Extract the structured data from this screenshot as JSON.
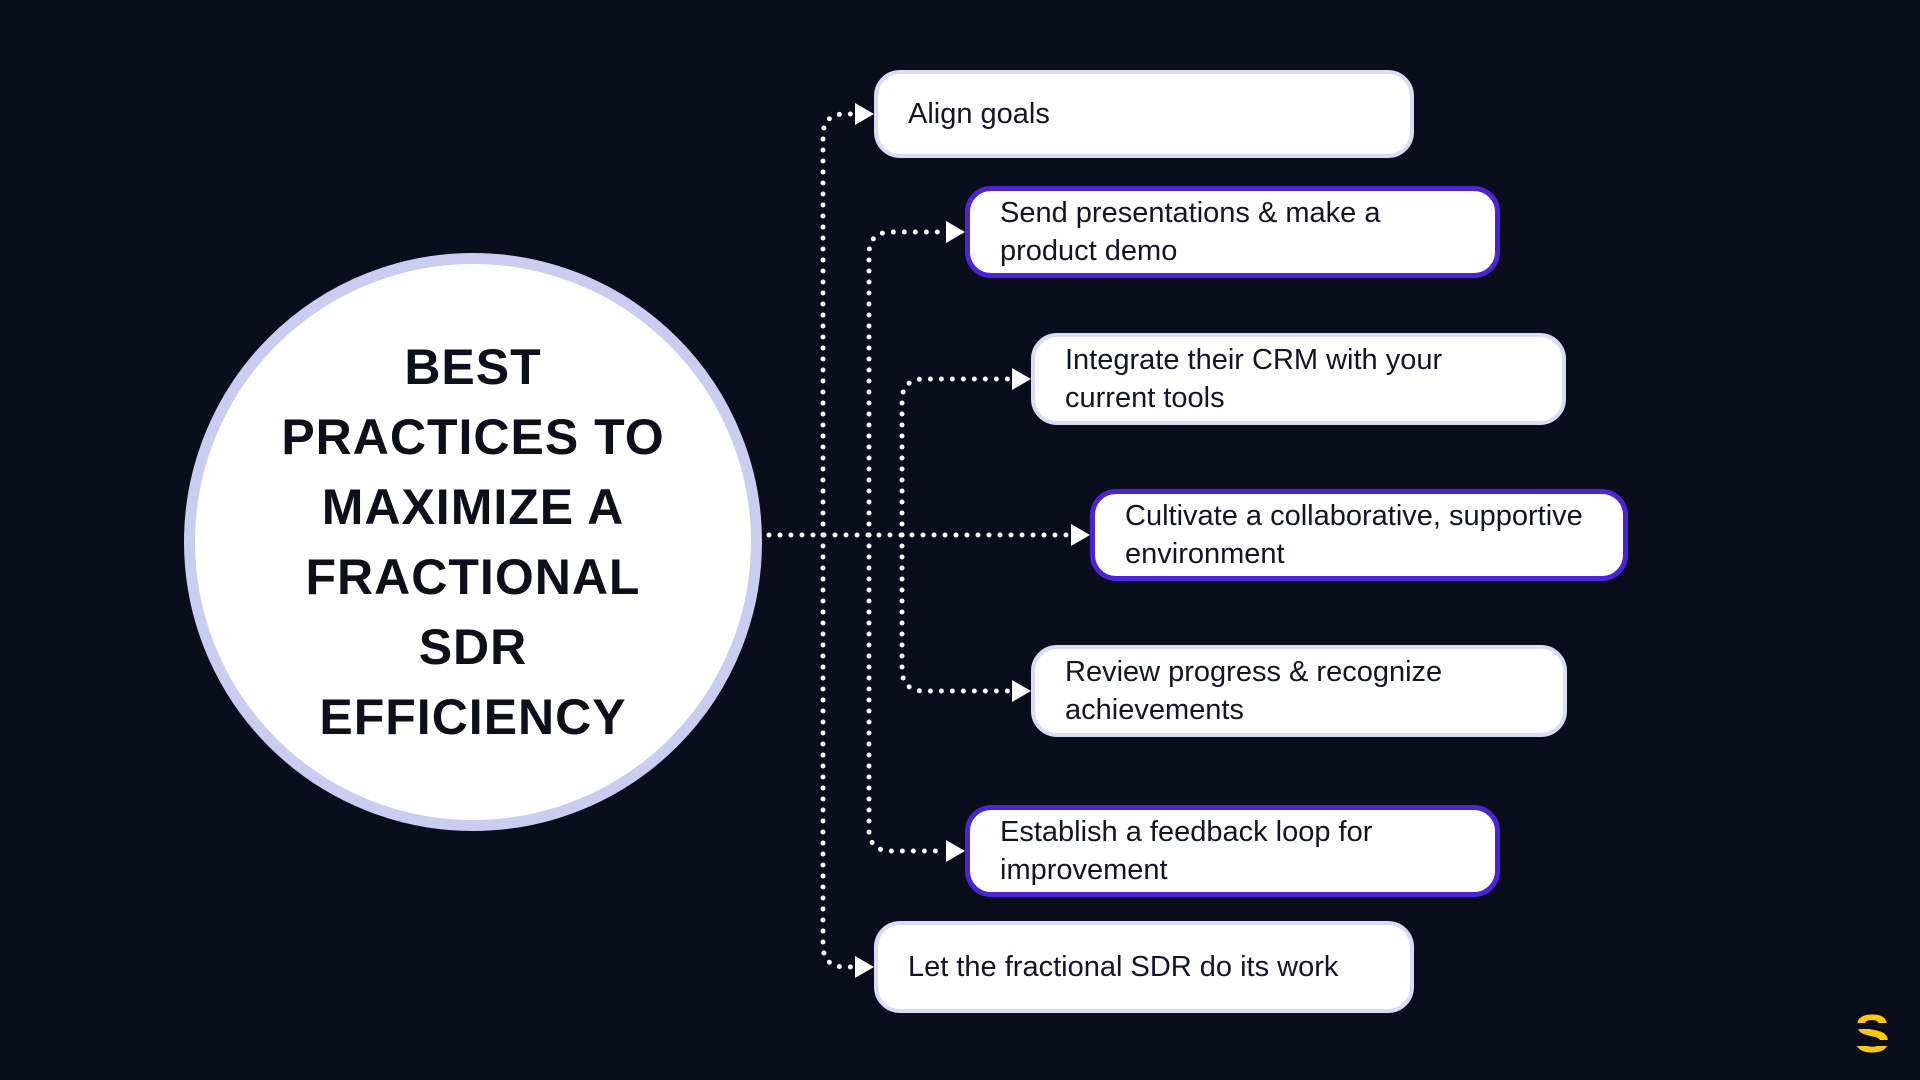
{
  "canvas": {
    "background": "#0a0d1c"
  },
  "center": {
    "title": "BEST PRACTICES TO MAXIMIZE A FRACTIONAL SDR EFFICIENCY",
    "title_lines": [
      "BEST",
      "PRACTICES TO",
      "MAXIMIZE A",
      "FRACTIONAL",
      "SDR",
      "EFFICIENCY"
    ]
  },
  "nodes": [
    {
      "label": "Align goals",
      "accent": false
    },
    {
      "label": "Send presentations & make a product demo",
      "accent": true
    },
    {
      "label": "Integrate their CRM with your current tools",
      "accent": false
    },
    {
      "label": "Cultivate a collaborative, supportive environment",
      "accent": true
    },
    {
      "label": "Review progress & recognize achievements",
      "accent": false
    },
    {
      "label": "Establish a feedback loop for improvement",
      "accent": true
    },
    {
      "label": "Let the fractional SDR do its work",
      "accent": false
    }
  ],
  "colors": {
    "background": "#0a0d1c",
    "node_fill": "#ffffff",
    "plain_border": "#d9dcf4",
    "accent_border": "#4c23d6",
    "connector": "#ffffff",
    "text": "#11152a",
    "logo": "#ffc907"
  },
  "logo": {
    "glyph": "S"
  }
}
